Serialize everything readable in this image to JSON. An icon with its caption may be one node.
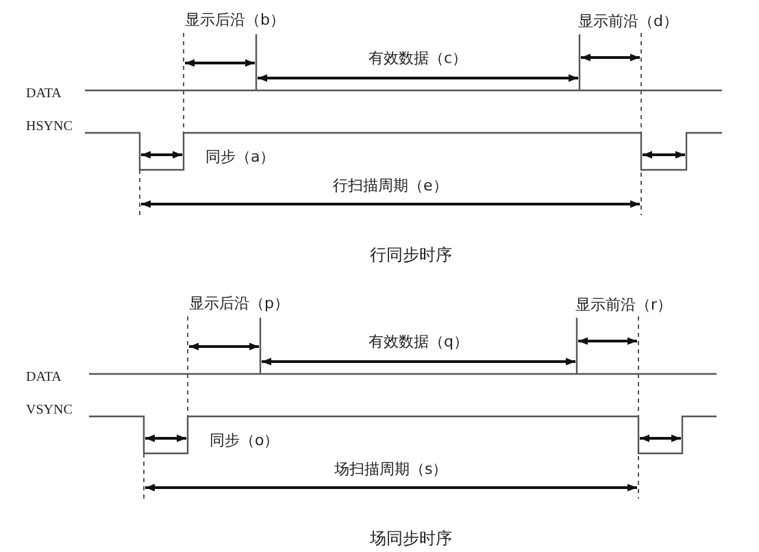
{
  "diagram": {
    "labels": [
      "显示后沿（b）",
      "显示前沿（d）",
      "有效数据（c）",
      "DATA",
      "HSYNC",
      "同步（a）",
      "行扫描周期（e）",
      "行同步时序",
      "显示后沿（p）",
      "显示前沿（r）",
      "有效数据（q）",
      "DATA",
      "VSYNC",
      "同步（o）",
      "场扫描周期（s）",
      "场同步时序"
    ]
  }
}
